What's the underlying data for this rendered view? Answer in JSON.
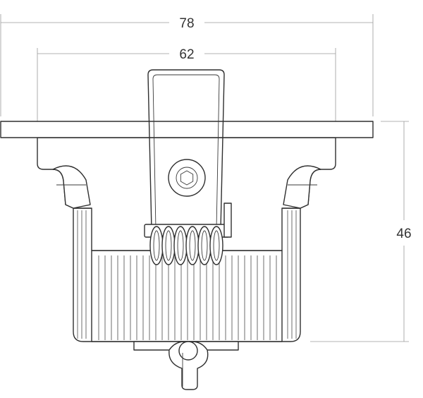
{
  "dimensions": {
    "outer_width": "78",
    "inner_width": "62",
    "height": "46"
  }
}
